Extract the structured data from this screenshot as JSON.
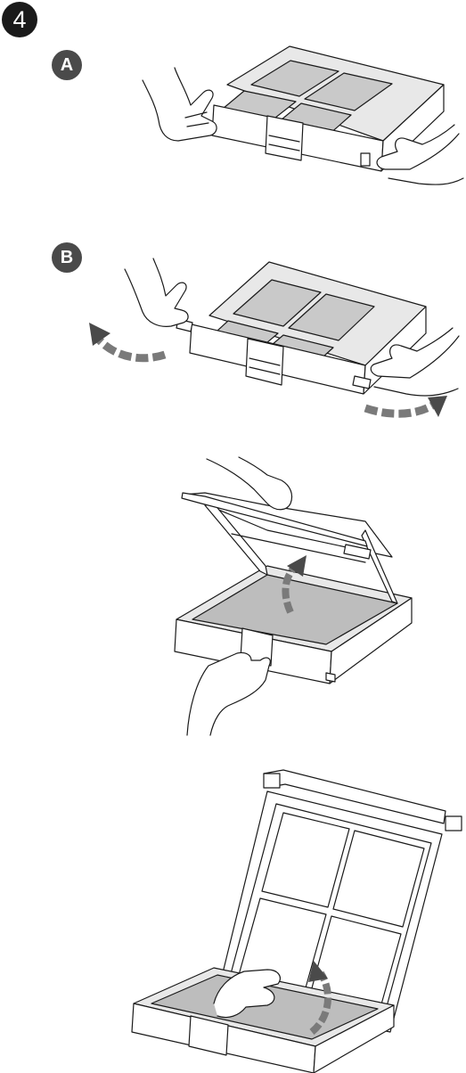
{
  "step": {
    "number": "4"
  },
  "substeps": [
    {
      "label": "A"
    },
    {
      "label": "B"
    }
  ],
  "icons": [
    "filter-cassette-grip",
    "filter-cassette-unlatch",
    "filter-cassette-open-lid",
    "filter-replace"
  ],
  "colors": {
    "badge_primary": "#1a1a1a",
    "badge_secondary": "#4a4a4a",
    "filter_media": "#c9c9c9"
  }
}
